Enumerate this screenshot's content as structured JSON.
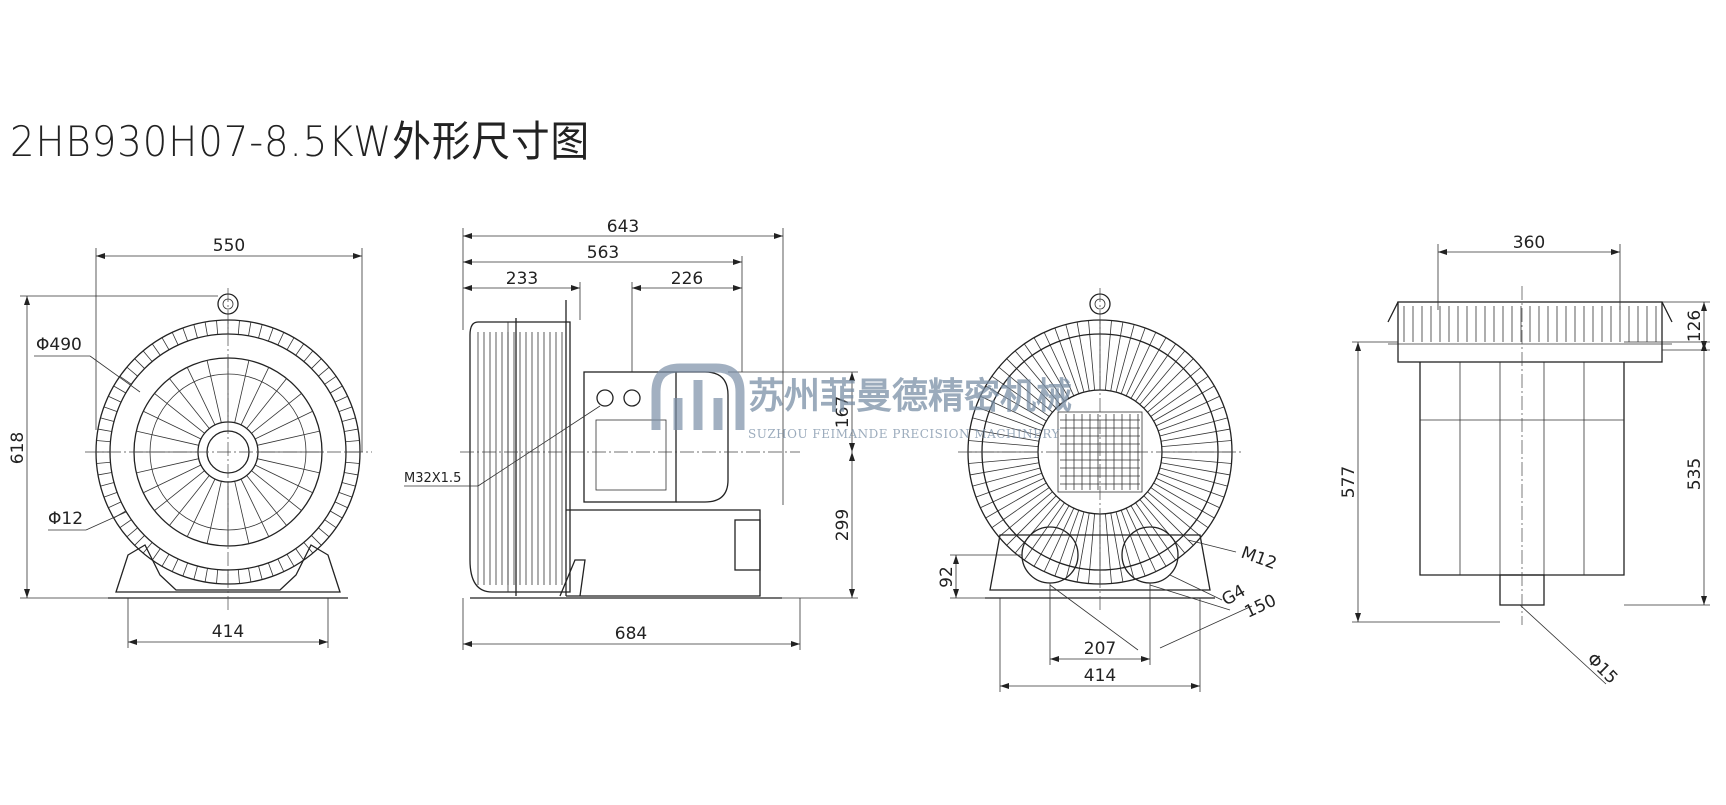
{
  "title": "2HB930H07-8.5KW外形尺寸图",
  "front_view": {
    "width": "550",
    "height": "618",
    "diameter": "Φ490",
    "hole": "Φ12",
    "base": "414"
  },
  "side_view": {
    "overall": "643",
    "length": "563",
    "left_part": "233",
    "right_part": "226",
    "motor_height": "167",
    "axis_height": "299",
    "thread": "M32X1.5",
    "base_length": "684"
  },
  "rear_view": {
    "flange_height": "92",
    "bolt": "M12",
    "port_thread": "G4",
    "port_offset": "150",
    "port_spacing": "207",
    "base": "414"
  },
  "top_view": {
    "width": "360",
    "top_height": "126",
    "total_height": "577",
    "body_height": "535",
    "drain": "Φ15"
  },
  "watermark": {
    "cn": "苏州菲曼德精密机械",
    "en": "SUZHOU FEIMANDE PRECISION MACHINERY"
  }
}
